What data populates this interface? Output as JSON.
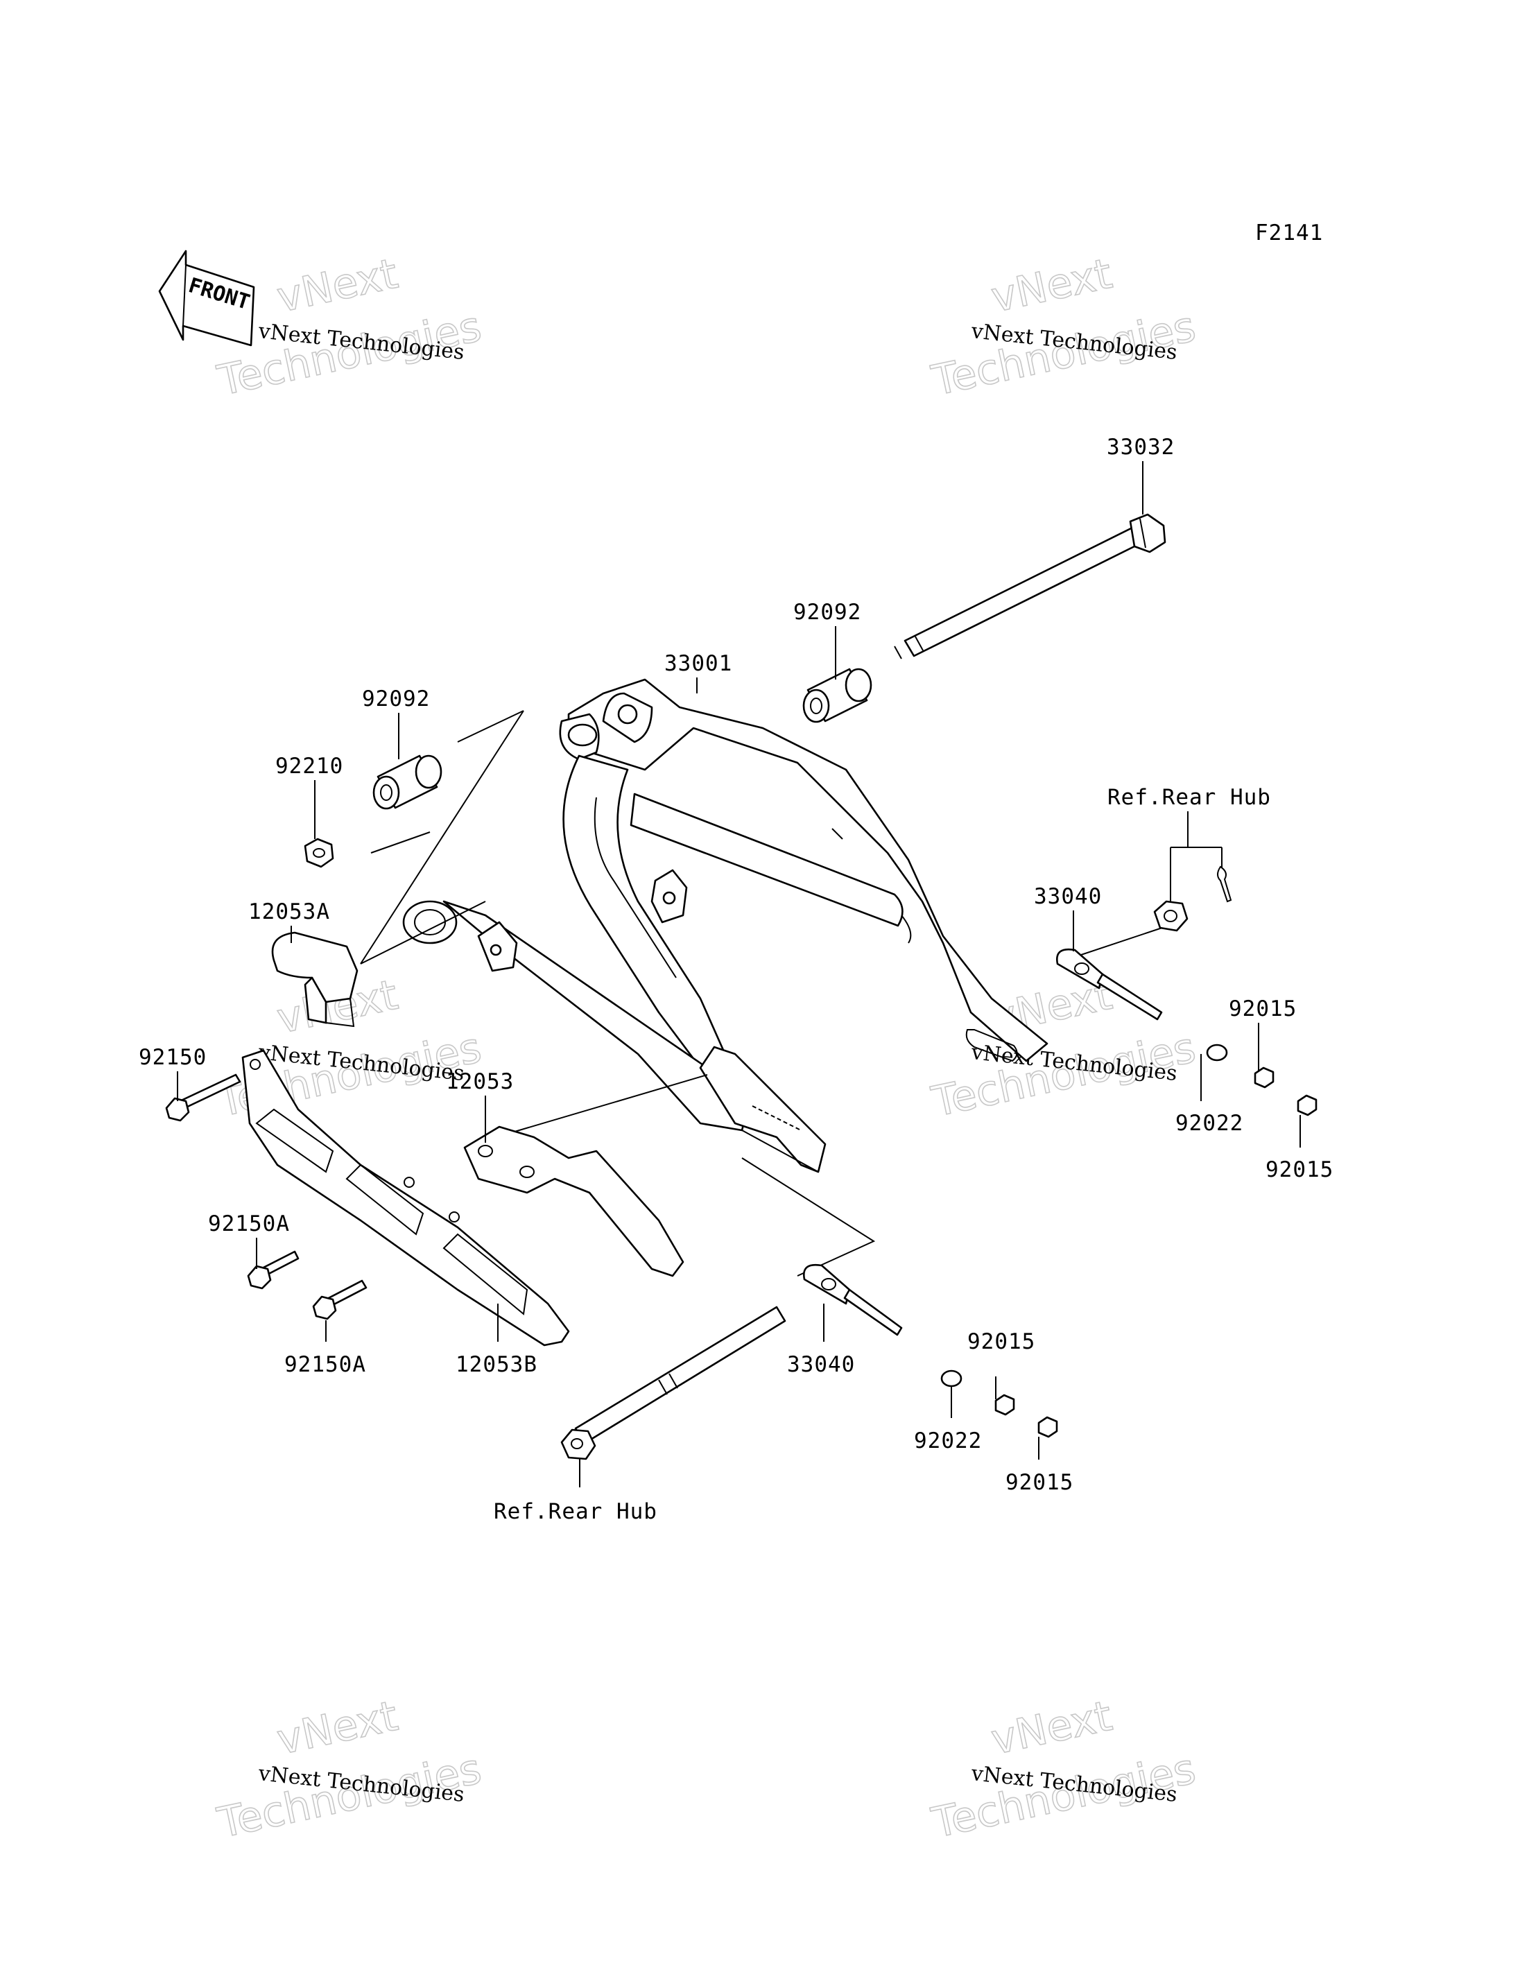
{
  "figure_code": "F2141",
  "front_label": "FRONT",
  "watermark": {
    "line1": "vNext Technologies",
    "line2": "vNext",
    "line3": "Technologies"
  },
  "labels": {
    "p33032": "33032",
    "p92092_right": "92092",
    "p33001": "33001",
    "p92092_left": "92092",
    "p92210": "92210",
    "ref_rear_hub_top": "Ref.Rear Hub",
    "p33040_top": "33040",
    "p12053A": "12053A",
    "p92015_a": "92015",
    "p92150": "92150",
    "p12053": "12053",
    "p92022_top": "92022",
    "p92015_b": "92015",
    "p92150A_top": "92150A",
    "p92150A_bottom": "92150A",
    "p12053B": "12053B",
    "p33040_bottom": "33040",
    "p92015_c": "92015",
    "p92022_bottom": "92022",
    "p92015_d": "92015",
    "ref_rear_hub_bottom": "Ref.Rear Hub"
  }
}
